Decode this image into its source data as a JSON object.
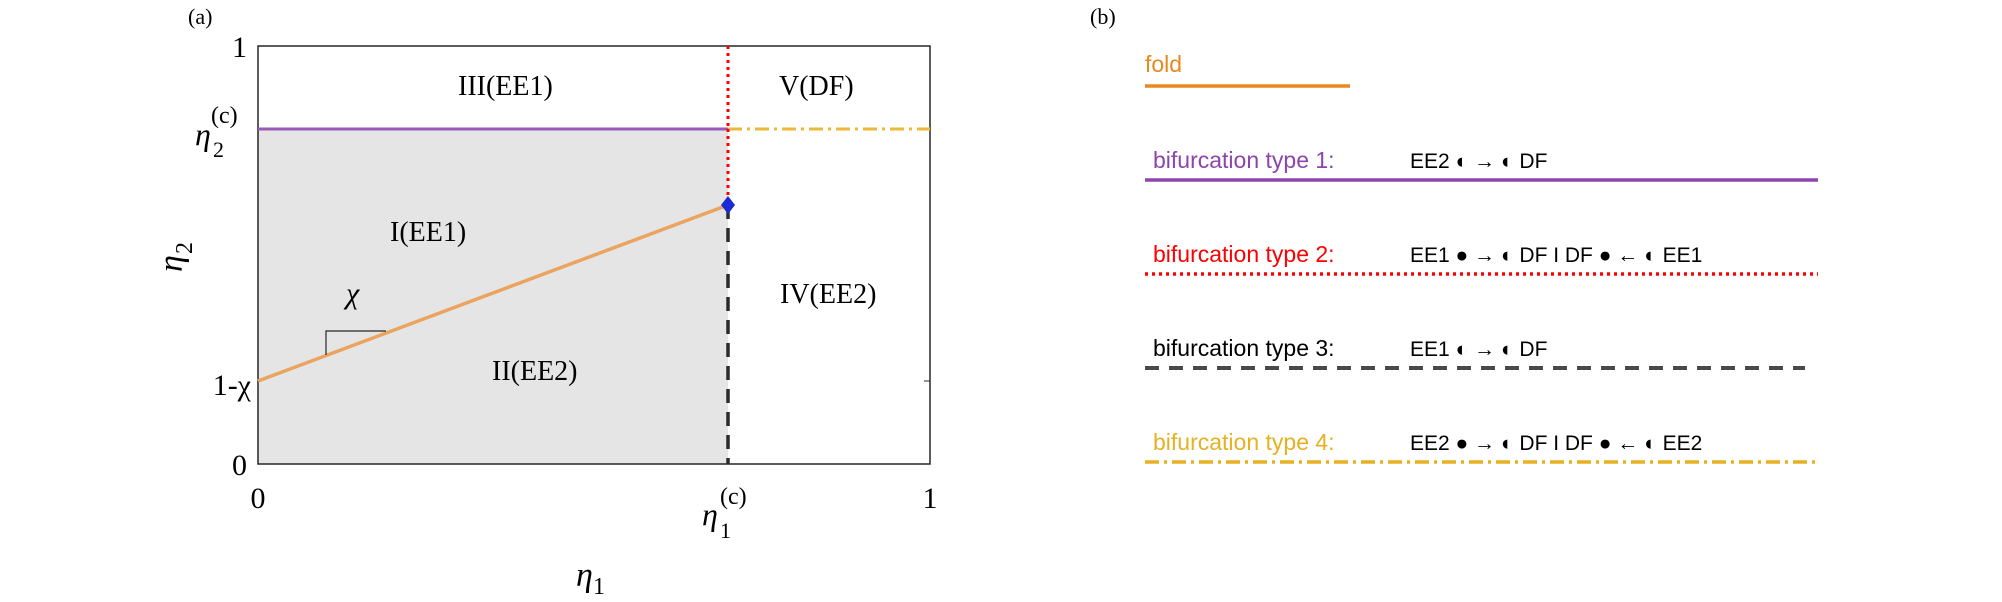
{
  "panel_a": {
    "label": "(a)",
    "x_axis": {
      "label_main": "η",
      "label_sub": "1",
      "tick_0": "0",
      "tick_1": "1",
      "tick_c_main": "η",
      "tick_c_sub": "1",
      "tick_c_sup": "(c)"
    },
    "y_axis": {
      "label_main": "η",
      "label_sub": "2",
      "tick_0": "0",
      "tick_1": "1",
      "tick_1chi": "1-χ",
      "tick_c_main": "η",
      "tick_c_sub": "2",
      "tick_c_sup": "(c)"
    },
    "slope_label": "χ",
    "regions": {
      "r1": "I(EE1)",
      "r2": "II(EE2)",
      "r3": "III(EE1)",
      "r4": "IV(EE2)",
      "r5": "V(DF)"
    },
    "colors": {
      "shade": "#e5e5e5",
      "fold": "#eba45f",
      "type1": "#9b59b6",
      "type2": "#ff0000",
      "type3": "#2b2b2b",
      "type4": "#edb93a",
      "marker": "#1a2bd6"
    }
  },
  "panel_b": {
    "label": "(b)",
    "legend": [
      {
        "label": "fold",
        "color": "#e8891f",
        "style": "solid",
        "detail": ""
      },
      {
        "label": "bifurcation type 1:",
        "color": "#8e44ad",
        "style": "solid",
        "detail": "EE2 ◐ → ◐ DF"
      },
      {
        "label": "bifurcation type 2:",
        "color": "#ff0000",
        "style": "dotted",
        "detail": "EE1 ● → ◐ DF I DF ● ← ◐ EE1"
      },
      {
        "label": "bifurcation type 3:",
        "color": "#000000",
        "style": "dashed",
        "detail": "EE1 ◐ → ◐ DF"
      },
      {
        "label": "bifurcation type 4:",
        "color": "#e8b123",
        "style": "dashdot",
        "detail": "EE2 ● → ◐ DF I DF ● ← ◐ EE2"
      }
    ]
  }
}
